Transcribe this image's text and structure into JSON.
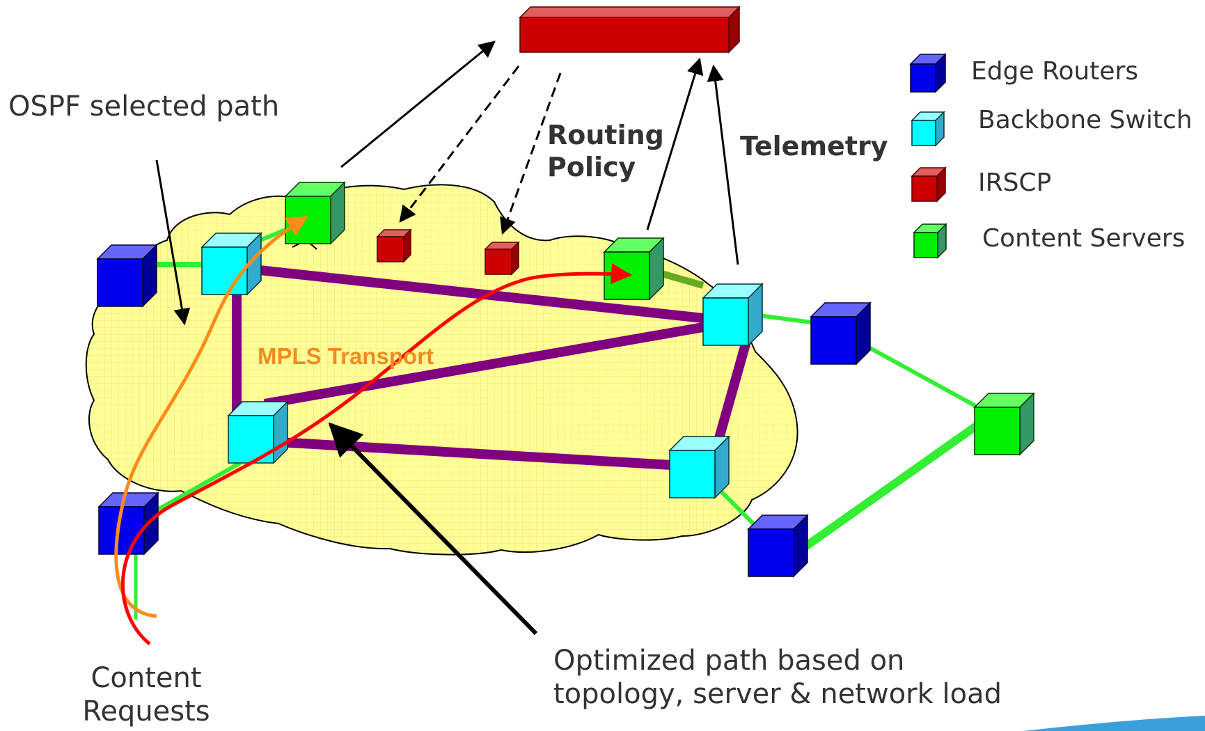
{
  "labels": {
    "ospf": "OSPF selected path",
    "routing_policy_line1": "Routing",
    "routing_policy_line2": "Policy",
    "telemetry": "Telemetry",
    "mpls": "MPLS Transport",
    "content_requests_line1": "Content",
    "content_requests_line2": "Requests",
    "optimized_line1": "Optimized path based on",
    "optimized_line2": "topology, server & network load"
  },
  "legend": {
    "edge_routers": "Edge Routers",
    "backbone_switch": "Backbone Switch",
    "irscp": "IRSCP",
    "content_servers": "Content Servers"
  },
  "colors": {
    "edge_router": "#0000ee",
    "backbone_switch": "#00ffff",
    "irscp": "#cc0000",
    "content_server": "#00ee00",
    "backbone_link": "#800080",
    "access_link": "#33ee33",
    "cloud": "#ffff88",
    "ospf_path": "#ff8c1a",
    "optimized_path": "#ff0000"
  }
}
